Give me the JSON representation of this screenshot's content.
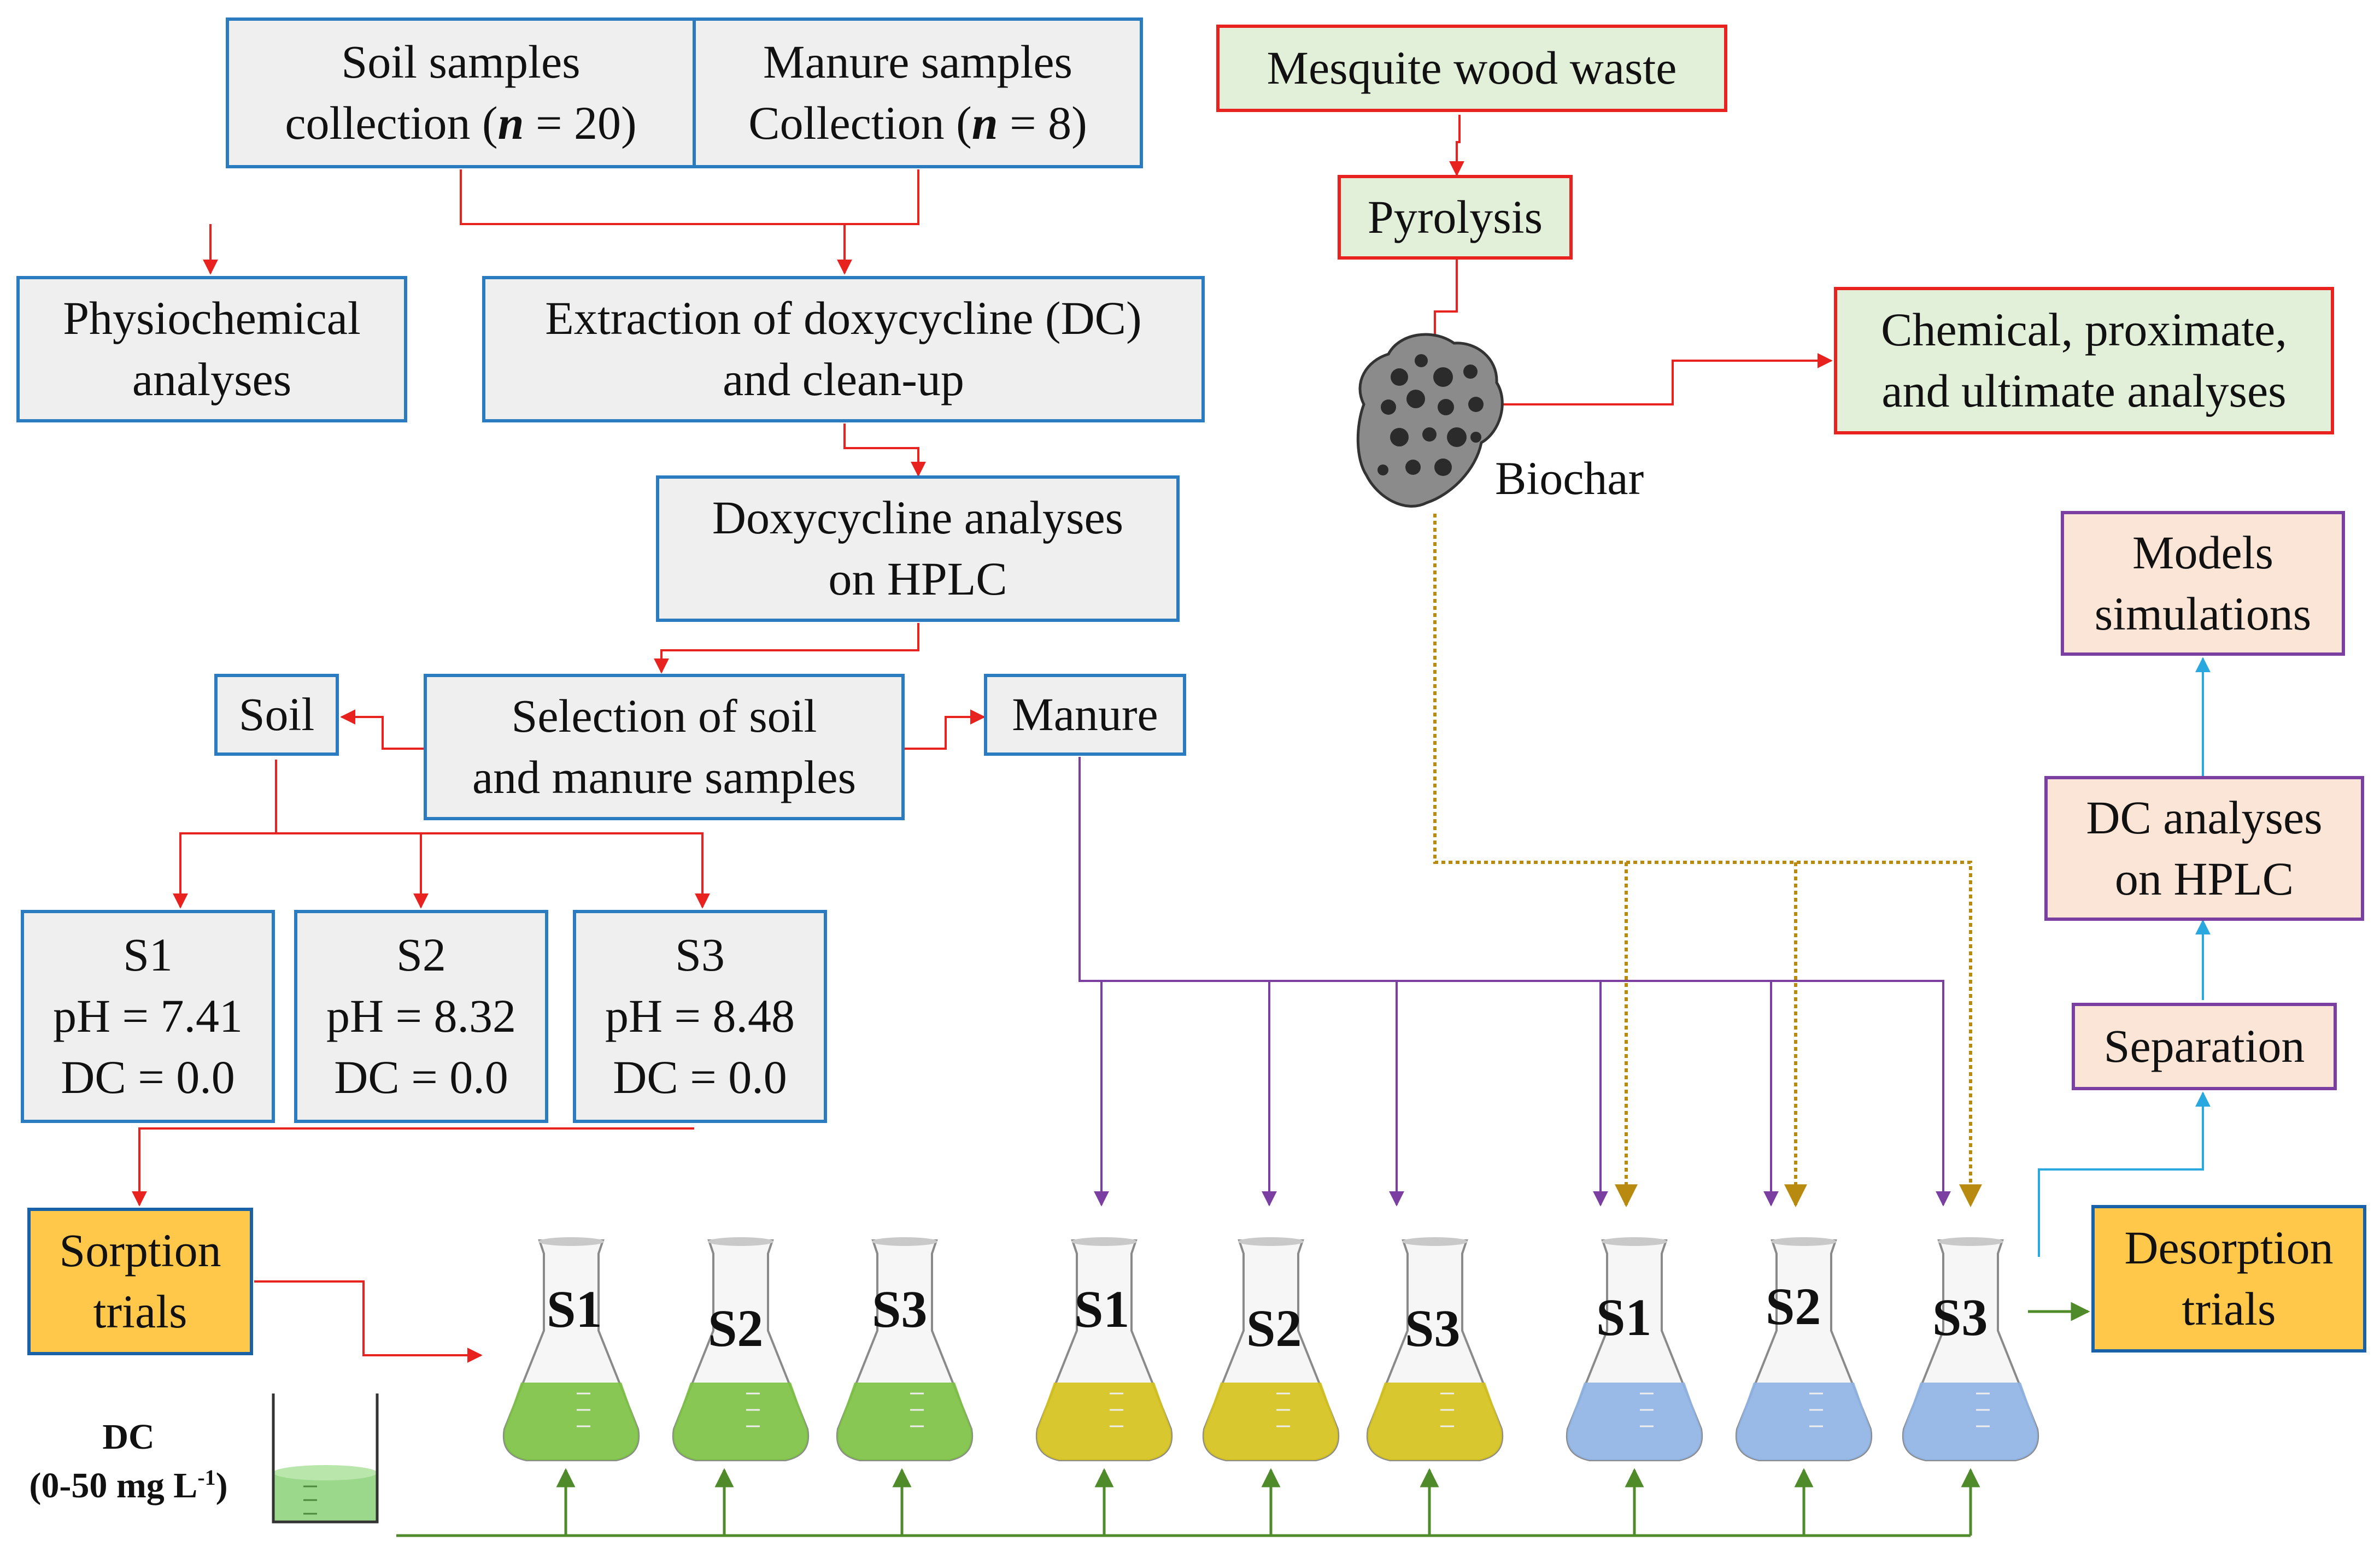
{
  "boxes": {
    "soil_collection": [
      "Soil samples",
      "collection (n = 20)"
    ],
    "manure_collection": [
      "Manure samples",
      "Collection (n = 8)"
    ],
    "physiochemical": [
      "Physiochemical",
      "analyses"
    ],
    "extraction": [
      "Extraction of doxycycline (DC)",
      "and clean-up"
    ],
    "hplc_doxy": [
      "Doxycycline analyses",
      "on HPLC"
    ],
    "soil": "Soil",
    "selection": [
      "Selection of soil",
      "and manure samples"
    ],
    "manure": "Manure",
    "s1": [
      "S1",
      "pH = 7.41",
      "DC = 0.0"
    ],
    "s2": [
      "S2",
      "pH = 8.32",
      "DC = 0.0"
    ],
    "s3": [
      "S3",
      "pH = 8.48",
      "DC = 0.0"
    ],
    "sorption": [
      "Sorption",
      "trials"
    ],
    "mesquite": "Mesquite wood waste",
    "pyrolysis": "Pyrolysis",
    "chemical": [
      "Chemical, proximate,",
      "and ultimate analyses"
    ],
    "models": [
      "Models",
      "simulations"
    ],
    "dc_hplc": [
      "DC analyses",
      "on HPLC"
    ],
    "separation": "Separation",
    "desorption": [
      "Desorption",
      "trials"
    ]
  },
  "biochar_label": "Biochar",
  "dc_label": [
    "DC",
    "(0-50 mg L",
    "-1",
    ")"
  ],
  "flask_groups": [
    {
      "color": "green",
      "labels": [
        "S1",
        "S2",
        "S3"
      ]
    },
    {
      "color": "yellow",
      "labels": [
        "S1",
        "S2",
        "S3"
      ]
    },
    {
      "color": "blue",
      "labels": [
        "S1",
        "S2",
        "S3"
      ]
    }
  ],
  "colors": {
    "box_gray": "#efefef",
    "box_blue_border": "#2a7bc0",
    "box_green_fill": "#e2f0d9",
    "box_red_border": "#e8231f",
    "box_peach_fill": "#fbe5d6",
    "box_purple_border": "#7a3fa0",
    "box_gold_fill": "#ffc84a",
    "arrow_red": "#e8231f",
    "arrow_purple": "#7a3fa0",
    "arrow_gold_dotted": "#b88a10",
    "arrow_green": "#4f8a2b",
    "arrow_cyan": "#29a8e0",
    "flask_green": "#7dc243",
    "flask_yellow": "#d6c21a",
    "flask_blue": "#8fb4e6"
  }
}
